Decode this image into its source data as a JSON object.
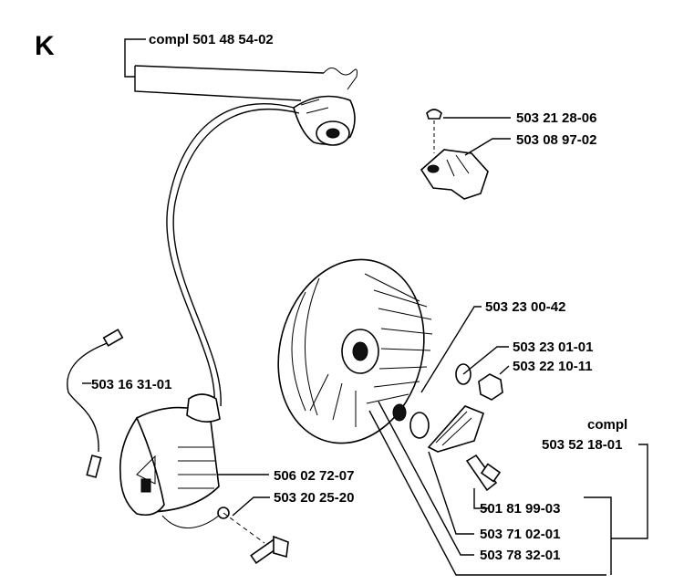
{
  "section_letter": "K",
  "labels": {
    "plug_cap": "compl 501 48 54-02",
    "screw_top": "503 21 28-06",
    "bracket": "503 08 97-02",
    "flywheel": "503 23 00-42",
    "washer": "503 23 01-01",
    "nut": "503 22 10-11",
    "cable": "503 16 31-01",
    "coil": "506 02 72-07",
    "coil_screw": "503 20 25-20",
    "starter_compl_a": "compl",
    "starter_compl_b": "503 52 18-01",
    "pawl_screw": "501 81 99-03",
    "pawl": "503 71 02-01",
    "key": "503 78 32-01"
  }
}
